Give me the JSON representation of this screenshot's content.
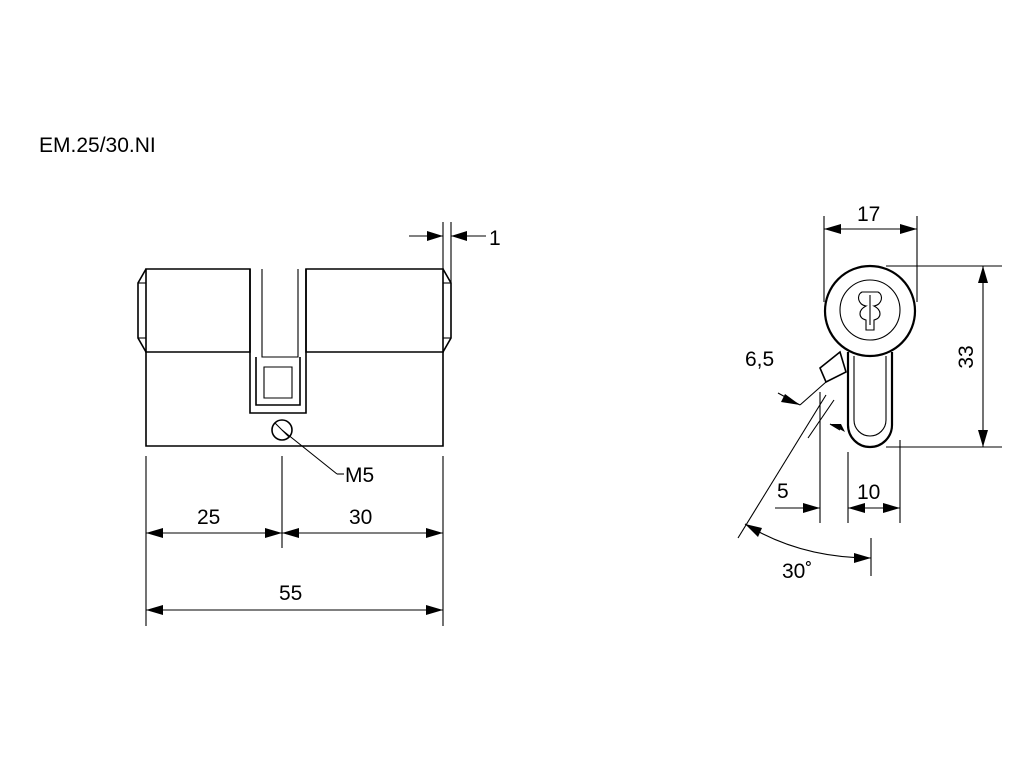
{
  "title": "EM.25/30.NI",
  "side_view": {
    "dim_cam_offset": "1",
    "dim_left": "25",
    "dim_right": "30",
    "dim_total": "55",
    "screw_label": "M5"
  },
  "front_view": {
    "dim_width": "17",
    "dim_height": "33",
    "dim_cam_thickness": "6,5",
    "dim_cam_offset": "5",
    "dim_body_width": "10",
    "dim_angle": "30˚"
  },
  "colors": {
    "line": "#000000",
    "background": "#ffffff"
  }
}
